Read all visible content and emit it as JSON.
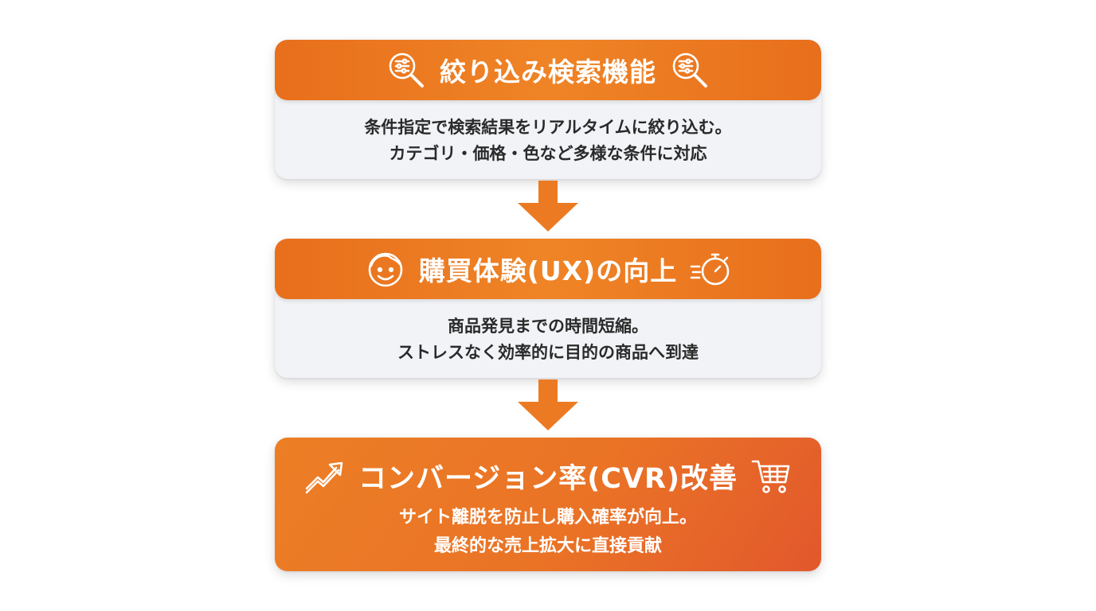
{
  "steps": [
    {
      "title": "絞り込み検索機能",
      "lines": [
        "条件指定で検索結果をリアルタイムに絞り込む。",
        "カテゴリ・価格・色など多様な条件に対応"
      ],
      "left_icon": "search-filter-icon",
      "right_icon": "search-filter-icon"
    },
    {
      "title": "購買体験(UX)の向上",
      "lines": [
        "商品発見までの時間短縮。",
        "ストレスなく効率的に目的の商品へ到達"
      ],
      "left_icon": "smiley-face-icon",
      "right_icon": "stopwatch-icon"
    },
    {
      "title": "コンバージョン率(CVR)改善",
      "lines": [
        "サイト離脱を防止し購入確率が向上。",
        "最終的な売上拡大に直接貢献"
      ],
      "left_icon": "trend-up-icon",
      "right_icon": "shopping-cart-icon"
    }
  ],
  "colors": {
    "accent_orange": "#ef7d22",
    "final_gradient_end": "#e2582c",
    "card_background": "#f1f3f6",
    "body_text": "#2a2a2a",
    "icon_white": "#ffffff"
  }
}
